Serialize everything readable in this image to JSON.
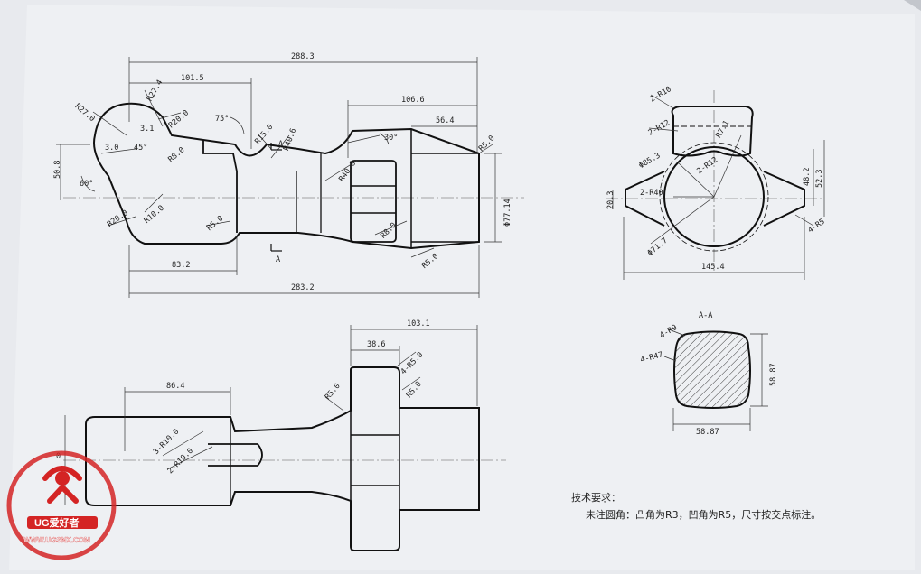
{
  "drawing": {
    "front_view_dims": {
      "overall_top": "288.3",
      "left_length": "101.5",
      "right_length": "106.6",
      "right_sub_length": "56.4",
      "overall_bottom": "283.2",
      "left_bottom": "83.2",
      "height_left": "50.8",
      "diameter_right": "Φ77.14",
      "r27_4": "R27.4",
      "r27_0": "R27.0",
      "r20_0": "R20.0",
      "r15_0": "R15.0",
      "r8_0": "R8.0",
      "r5_0_a": "R5.0",
      "r5_0_b": "R5.0",
      "r5_0_c": "R5.0",
      "r5_0_d": "R5.0",
      "r10_0": "R10.0",
      "r20_0_b": "R20.0",
      "r40_6": "R40.6",
      "r40_6_b": "R40.6",
      "r8_0_b": "R8.0",
      "angle_45": "45°",
      "angle_60": "60°",
      "angle_75": "75°",
      "angle_30": "30°",
      "d3_0": "3.0",
      "d3_1": "3.1",
      "section_a_top": "A",
      "section_a_bottom": "A"
    },
    "side_view_dims": {
      "r10": "2-R10",
      "r12": "2-R12",
      "r7_1": "R7.1",
      "r12_b": "2-R12",
      "r40": "2-R40",
      "phi85_3": "Φ85.3",
      "phi71_7": "Φ71.7",
      "r5": "4-R5",
      "width": "145.4",
      "h20_3": "20.3",
      "h48_2": "48.2",
      "h52_3": "52.3"
    },
    "section_view": {
      "title": "A-A",
      "r9": "4-R9",
      "r47": "4-R47",
      "width": "58.87",
      "height": "58.87"
    },
    "top_view_dims": {
      "overall": "103.1",
      "hub": "38.6",
      "r5_4": "4-R5.0",
      "left_len": "86.4",
      "r5_a": "R5.0",
      "r5_b": "R5.0",
      "r10_a": "3-R10.0",
      "r10_b": "2-R10.0",
      "zero": "0"
    },
    "notes": {
      "title": "技术要求：",
      "line1": "未注圆角：凸角为R3，凹角为R5，尺寸按交点标注。"
    }
  },
  "watermark": {
    "brand": "UG爱好者",
    "url": "WWW.UGSNX.COM",
    "color": "#d42424"
  }
}
